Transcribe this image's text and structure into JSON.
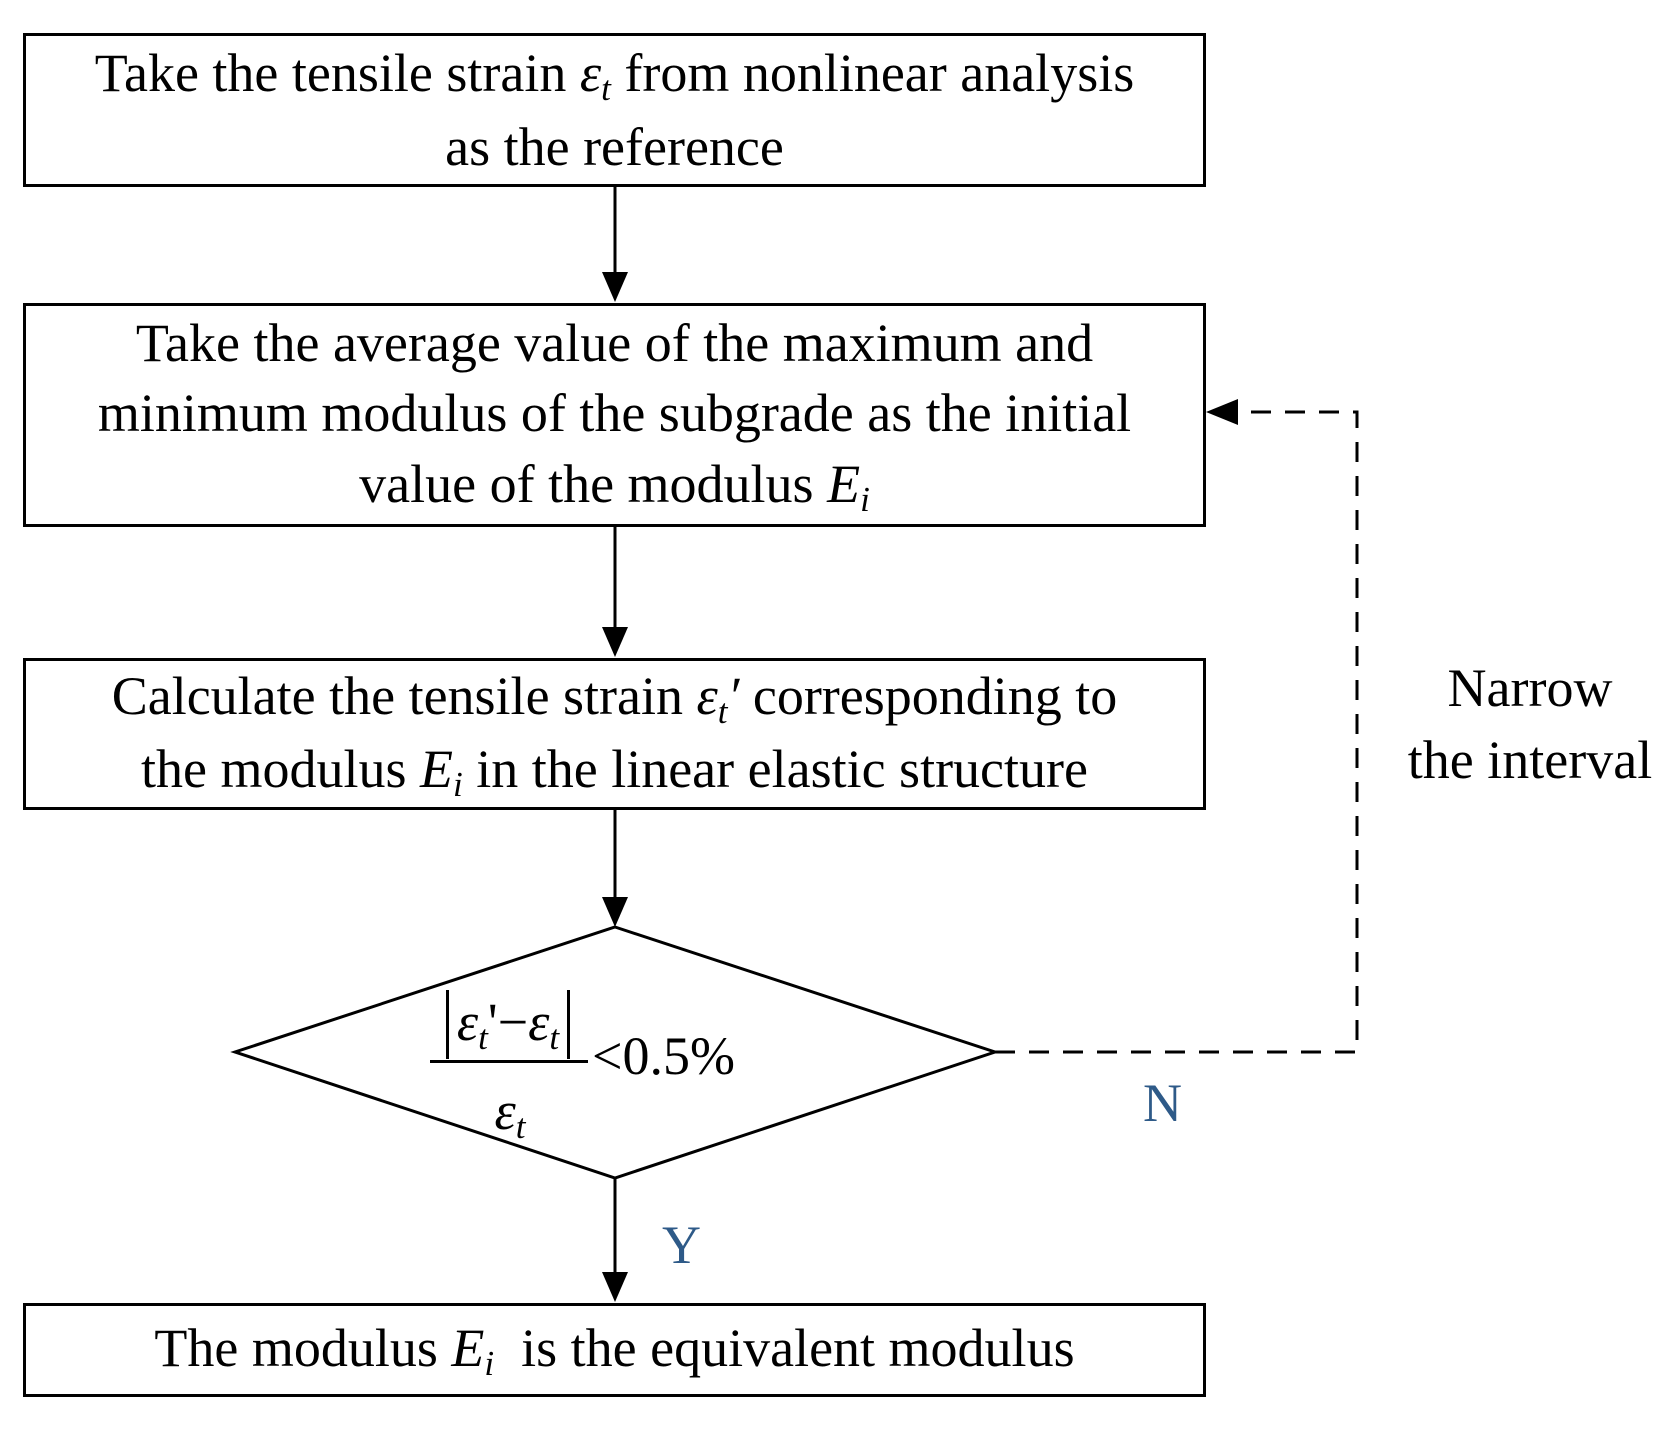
{
  "boxes": {
    "reference": {
      "line1_pre": "Take the tensile strain ",
      "symbol": "ε",
      "subscript": "t",
      "line1_post": " from nonlinear analysis",
      "line2": "as the reference"
    },
    "initial": {
      "line1": "Take the average value of the maximum and",
      "line2": "minimum modulus of the subgrade as the initial",
      "line3_pre": "value of the modulus ",
      "symbol": "E",
      "subscript": "i"
    },
    "calculate": {
      "line1_pre": "Calculate the tensile strain ",
      "symbol": "ε",
      "subscript": "t",
      "prime": "′",
      "line1_post": " corresponding to",
      "line2_pre": "the modulus ",
      "line2_symbol": "E",
      "line2_subscript": "i",
      "line2_post": " in the linear elastic structure"
    },
    "result": {
      "pre": "The modulus ",
      "symbol": "E",
      "subscript": "i",
      "post": "  is the equivalent modulus"
    }
  },
  "decision": {
    "numerator_symbol1": "ε",
    "numerator_sub1": "t",
    "numerator_prime": "'",
    "numerator_minus": "−",
    "numerator_symbol2": "ε",
    "numerator_sub2": "t",
    "denominator_symbol": "ε",
    "denominator_sub": "t",
    "condition": "<0.5%"
  },
  "labels": {
    "no": "N",
    "yes": "Y",
    "loop_line1": "Narrow",
    "loop_line2": "the interval"
  },
  "colors": {
    "branch_label": "#2e5a88",
    "stroke": "#000000"
  }
}
